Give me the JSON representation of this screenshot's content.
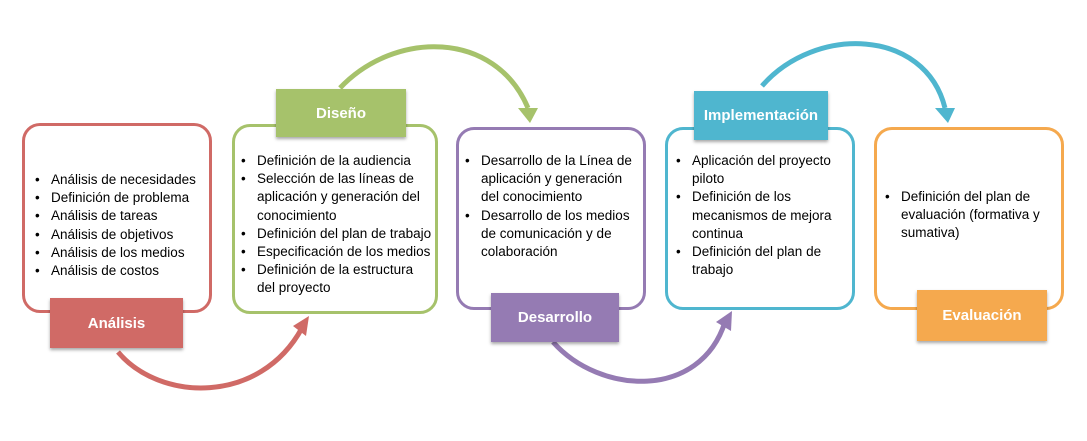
{
  "colors": {
    "analisis": "#D06A66",
    "diseno": "#A6C26B",
    "desarrollo": "#957BB3",
    "implementacion": "#4FB6CF",
    "evaluacion": "#F5A94E"
  },
  "stages": [
    {
      "label": "Análisis",
      "items": [
        "Análisis de necesidades",
        "Definición de problema",
        "Análisis de tareas",
        "Análisis de objetivos",
        "Análisis de los medios",
        "Análisis de costos"
      ]
    },
    {
      "label": "Diseño",
      "items": [
        "Definición de la audiencia",
        "Selección de las líneas de aplicación y generación del conocimiento",
        "Definición del plan de trabajo",
        "Especificación de los medios",
        "Definición de la estructura del proyecto"
      ]
    },
    {
      "label": "Desarrollo",
      "items": [
        "Desarrollo de la Línea de aplicación y generación del conocimiento",
        "Desarrollo de los medios de comunicación y de colaboración"
      ]
    },
    {
      "label": "Implementación",
      "items": [
        "Aplicación del proyecto piloto",
        "Definición de los mecanismos de mejora continua",
        "Definición del plan de trabajo"
      ]
    },
    {
      "label": "Evaluación",
      "items": [
        "Definición del plan de evaluación (formativa y sumativa)"
      ]
    }
  ]
}
